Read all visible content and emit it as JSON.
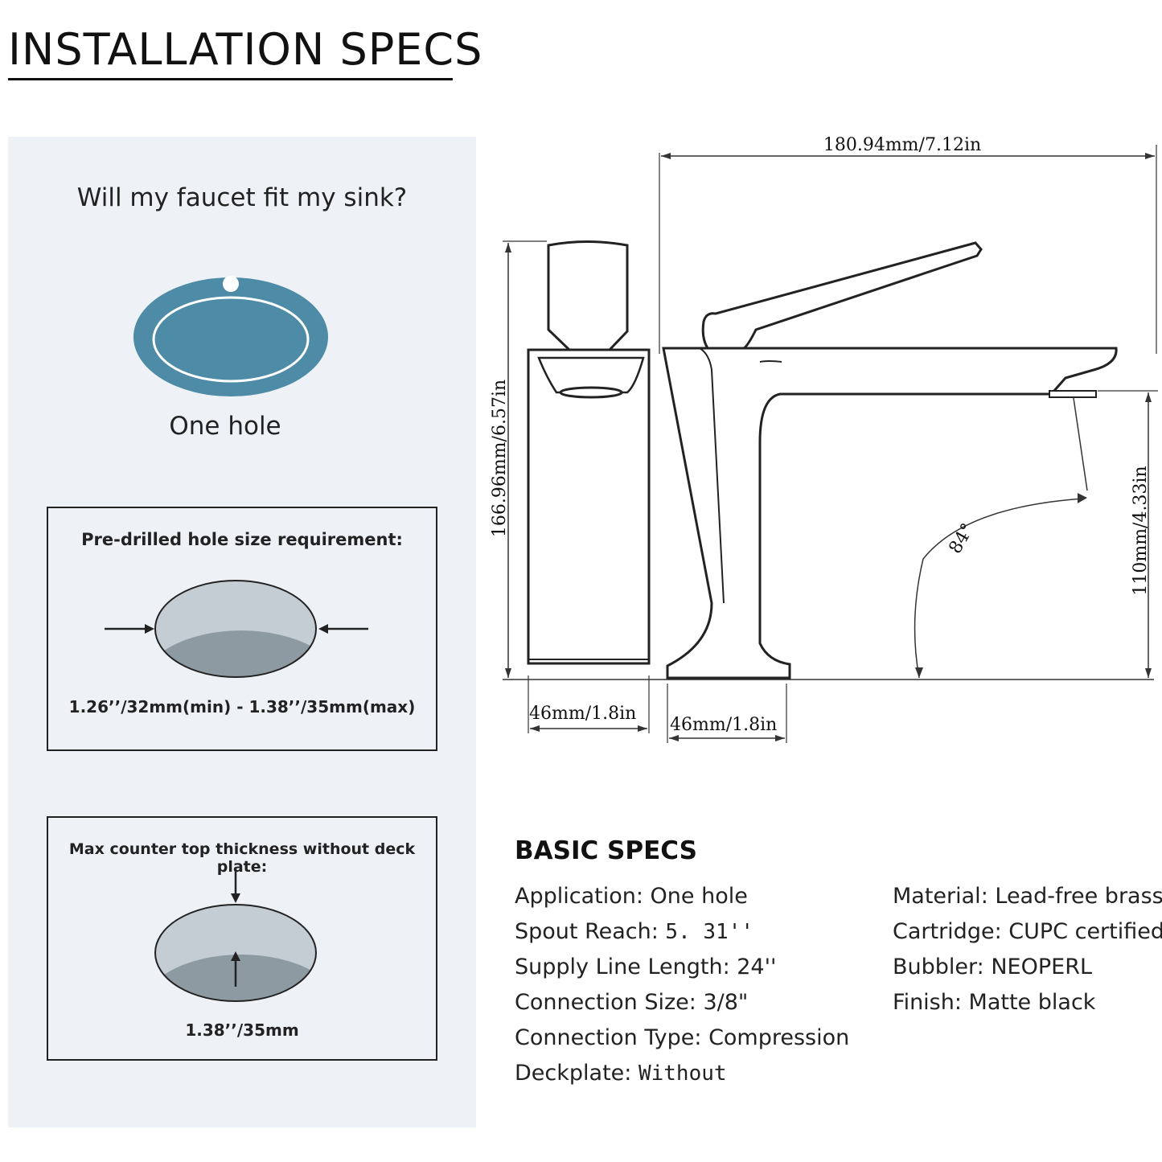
{
  "header": {
    "title": "INSTALLATION SPECS"
  },
  "left_panel": {
    "question": "Will my faucet fit my sink?",
    "sink_label": "One hole",
    "hole_box": {
      "heading": "Pre-drilled hole size requirement:",
      "measurement": "1.26’’/32mm(min) - 1.38’’/35mm(max)"
    },
    "thickness_box": {
      "heading": "Max counter top thickness without deck plate:",
      "measurement": "1.38’’/35mm"
    }
  },
  "diagram": {
    "width_dim": "180.94mm/7.12in",
    "height_dim": "166.96mm/6.57in",
    "spout_height_dim": "110mm/4.33in",
    "angle": "84°",
    "base_width_front": "46mm/1.8in",
    "base_width_side": "46mm/1.8in"
  },
  "basic_specs": {
    "title": "BASIC SPECS",
    "application": {
      "label": "Application: ",
      "value": "One hole"
    },
    "spout_reach": {
      "label": "Spout Reach: ",
      "value": "5. 31''"
    },
    "supply_line": {
      "label": "Supply Line Length: ",
      "value": "24''"
    },
    "connection_size": {
      "label": "Connection Size: ",
      "value": "3/8\""
    },
    "connection_type": {
      "label": "Connection Type: ",
      "value": "Compression"
    },
    "deckplate": {
      "label": "Deckplate: ",
      "value": "Without"
    },
    "material": {
      "label": "Material: ",
      "value": "Lead-free brass"
    },
    "cartridge": {
      "label": "Cartridge: ",
      "value": "CUPC certified"
    },
    "bubbler": {
      "label": "Bubbler: ",
      "value": "NEOPERL"
    },
    "finish": {
      "label": "Finish: ",
      "value": "Matte black"
    }
  },
  "colors": {
    "sink_blue": "#4d8ba6",
    "panel_bg": "#eef2f6",
    "hole_top": "#c4ccd4",
    "hole_bottom": "#8e9aa2"
  }
}
